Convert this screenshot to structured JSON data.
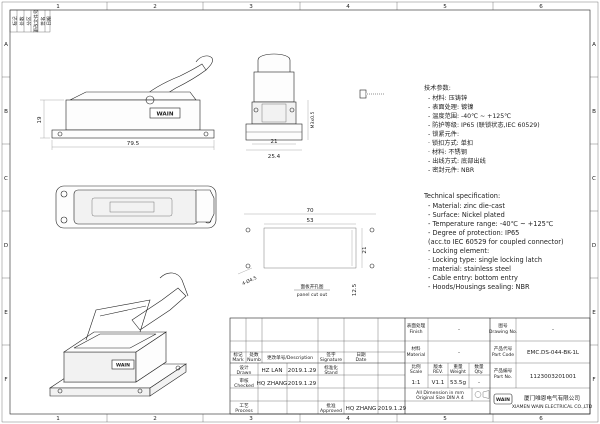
{
  "frame": {
    "cols": [
      "1",
      "2",
      "3",
      "4",
      "5",
      "6"
    ],
    "rows": [
      "A",
      "B",
      "C",
      "D",
      "E",
      "F"
    ],
    "rev_header": {
      "mark": "标记",
      "count": "处数",
      "zone": "分区",
      "change_no": "更改文件号",
      "signature": "签名",
      "date": "日期"
    }
  },
  "views": {
    "front": {
      "dim_width": "79.5",
      "dim_height": "19",
      "logo": "WAIN"
    },
    "side": {
      "dim_base": "25.4",
      "dim_inner": "21",
      "dim_mount": "M3x0.5"
    },
    "cutout": {
      "dim_outer": "70",
      "dim_inner": "53",
      "dim_hole": "4-Ø4.5",
      "dim_side1": "21",
      "dim_side2": "12.5",
      "caption_cn": "面板开孔图",
      "caption_en": "panel cut out"
    },
    "iso": {
      "logo": "WAIN"
    }
  },
  "spec_cn": {
    "title": "技术参数:",
    "items": [
      "- 材料: 压铸锌",
      "- 表面处理: 镀镍",
      "- 温度范围: -40℃ ~ +125℃",
      "- 防护等级: IP65 (联锁状态,IEC 60529)",
      "- 锁紧元件:",
      "    · 锁扣方式: 单扣",
      "    · 材料: 不锈钢",
      "- 出线方式: 底部出线",
      "- 密封元件: NBR"
    ]
  },
  "spec_en": {
    "title": "Technical specification:",
    "items": [
      "- Material: zinc die-cast",
      "- Surface: Nickel plated",
      "- Temperature range: -40℃ ~ +125℃",
      "- Degree of protection: IP65",
      "   (acc.to IEC 60529 for coupled connector)",
      "- Locking element:",
      "    · Locking type: single locking latch",
      "    · material: stainless steel",
      "- Cable entry: bottom entry",
      "- Hoods/Housings sealing: NBR"
    ]
  },
  "titleblock": {
    "rows": [
      {
        "cn": "设计",
        "en": "Drawn",
        "name": "HZ LAN",
        "date": "2019.1.29"
      },
      {
        "cn": "审核",
        "en": "Checked",
        "name": "HQ ZHANG",
        "date": "2019.1.29"
      },
      {
        "cn": "工艺",
        "en": "Process",
        "name": "",
        "date": ""
      }
    ],
    "std_cn": "标准化",
    "std_en": "Stand",
    "approved_cn": "批准",
    "approved_en": "Approved",
    "approved_name": "HQ ZHANG",
    "approved_date": "2019.1.29",
    "header": {
      "mark_cn": "标记",
      "mark_en": "Mark",
      "count_cn": "处数",
      "count_en": "Numb",
      "change_cn": "更改单号",
      "change_en": "Description",
      "sig_cn": "签字",
      "sig_en": "Signature",
      "date_cn": "日期",
      "date_en": "Date"
    },
    "finish_cn": "表面处理",
    "finish_en": "Finish",
    "finish_val": "-",
    "material_cn": "材料",
    "material_en": "Material",
    "material_val": "-",
    "scale_cn": "比例",
    "scale_en": "Scale",
    "scale_val": "1:1",
    "rev_cn": "版本",
    "rev_en": "REV.",
    "rev_val": "V1.1",
    "weight_cn": "重量",
    "weight_en": "Weight",
    "weight_val": "53.5g",
    "qty_cn": "数量",
    "qty_en": "Qty.",
    "qty_val": "-",
    "note1": "All Dimension in mm",
    "note2": "Original Size DIN A 4",
    "drawing_no_cn": "图号",
    "drawing_no_en": "Drawing No.",
    "drawing_no_val": "-",
    "part_code_cn": "产品代号",
    "part_code_en": "Part Code",
    "part_code_val": "EMC.DS-044-BK-1L",
    "part_no_cn": "产品编号",
    "part_no_en": "Part No.",
    "part_no_val": "1123003201001",
    "company_cn": "厦门唯恩电气有限公司",
    "company_en": "XIAMEN WAIN ELECTRICAL CO.,LTD",
    "logo": "WAIN"
  }
}
